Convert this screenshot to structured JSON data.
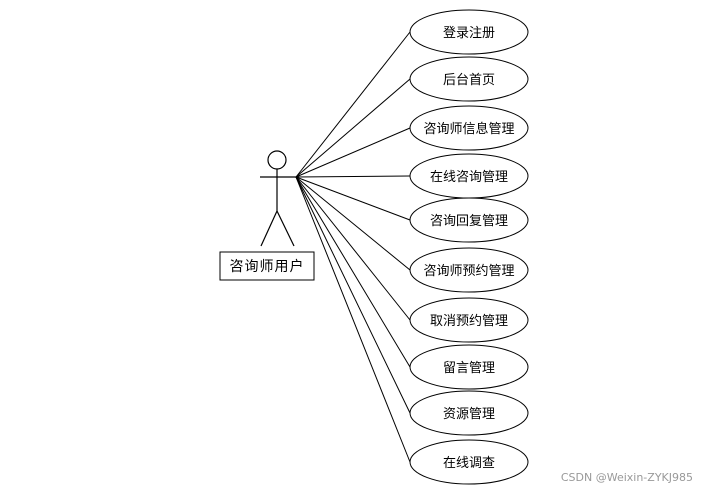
{
  "actor": {
    "label": "咨询师用户"
  },
  "use_cases": [
    {
      "label": "登录注册"
    },
    {
      "label": "后台首页"
    },
    {
      "label": "咨询师信息管理"
    },
    {
      "label": "在线咨询管理"
    },
    {
      "label": "咨询回复管理"
    },
    {
      "label": "咨询师预约管理"
    },
    {
      "label": "取消预约管理"
    },
    {
      "label": "留言管理"
    },
    {
      "label": "资源管理"
    },
    {
      "label": "在线调查"
    }
  ],
  "watermark": "CSDN @Weixin-ZYKJ985"
}
